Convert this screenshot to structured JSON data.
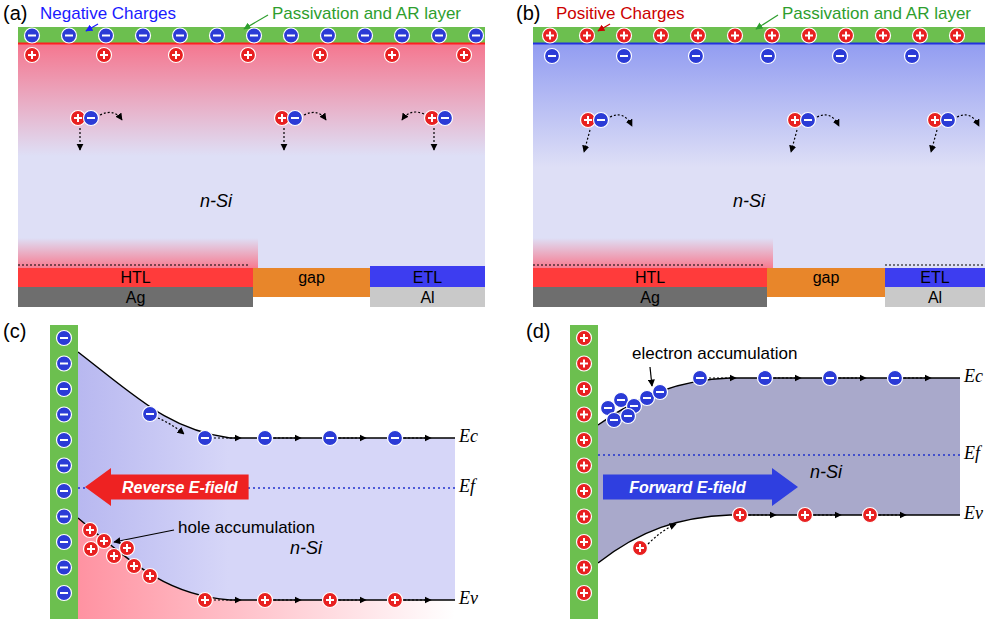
{
  "diagram": {
    "nodes": [
      {
        "text": [
          "n-Si"
        ]
      },
      {
        "text": [
          "HTL"
        ]
      },
      {
        "text": [
          "gap"
        ]
      },
      {
        "text": [
          "ETL"
        ]
      },
      {
        "text": [
          "Ag"
        ]
      },
      {
        "text": [
          "Al"
        ]
      },
      {
        "text": [
          "n-Si"
        ]
      },
      {
        "text": [
          "HTL"
        ]
      },
      {
        "text": [
          "gap"
        ]
      },
      {
        "text": [
          "ETL"
        ]
      },
      {
        "text": [
          "Ag"
        ]
      },
      {
        "text": [
          "Al"
        ]
      },
      {
        "text": [
          "Reverse E-field"
        ]
      },
      {
        "text": [
          "Forward E-field"
        ]
      }
    ],
    "labels": [
      "(a)",
      "Negative Charges",
      "Passivation and AR layer",
      "(b)",
      "Positive Charges",
      "Passivation and AR layer",
      "(c)",
      "hole accumulation",
      "n-Si",
      "Ec",
      "Ef",
      "Ev",
      "(d)",
      "electron accumulation",
      "n-Si",
      "Ec",
      "Ef",
      "Ev"
    ]
  }
}
